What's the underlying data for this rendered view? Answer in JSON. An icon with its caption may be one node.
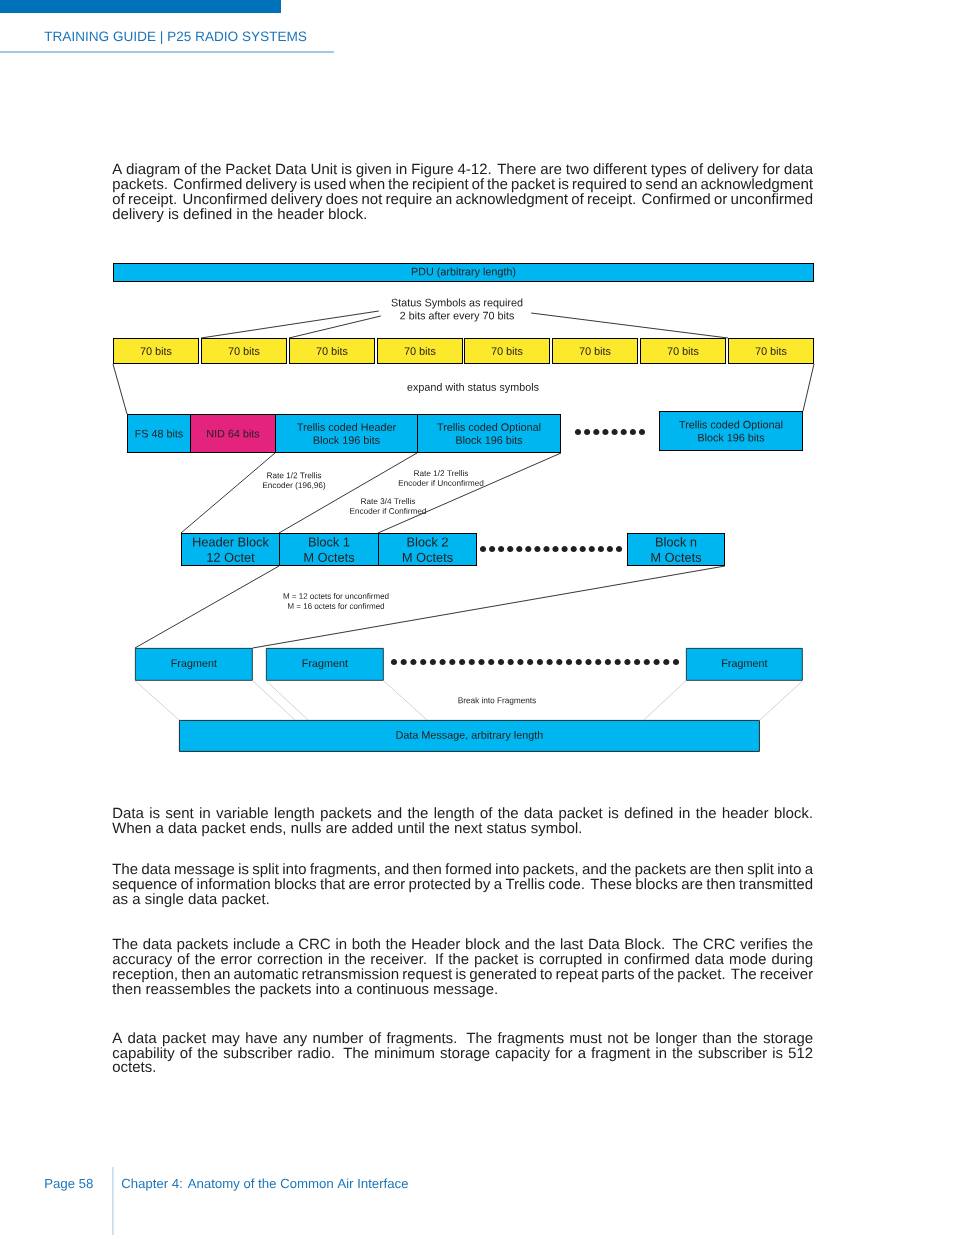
{
  "diagram": {
    "nodes": [
      {
        "text": [
          "PDU (arbitrary length)"
        ]
      },
      {
        "text": [
          "Status Symbols as required 2 bits after every 70 bits"
        ]
      },
      {
        "text": [
          "70 bits"
        ]
      },
      {
        "text": [
          "70 bits"
        ]
      },
      {
        "text": [
          "70 bits"
        ]
      },
      {
        "text": [
          "70 bits"
        ]
      },
      {
        "text": [
          "70 bits"
        ]
      },
      {
        "text": [
          "70 bits"
        ]
      },
      {
        "text": [
          "70 bits"
        ]
      },
      {
        "text": [
          "70 bits"
        ]
      },
      {
        "text": [
          "FS 48 bits"
        ]
      },
      {
        "text": [
          "NID 64 bits"
        ]
      },
      {
        "text": [
          "Trellis coded Header Block 196 bits"
        ]
      },
      {
        "text": [
          "Trellis coded Optional Block 196 bits"
        ]
      },
      {
        "text": [
          "Trellis coded Optional Block 196 bits"
        ]
      },
      {
        "text": [
          "Header Block 12 Octet"
        ]
      },
      {
        "text": [
          "Block 1 M Octets"
        ]
      },
      {
        "text": [
          "Block 2 M Octets"
        ]
      },
      {
        "text": [
          "Block n M Octets"
        ]
      },
      {
        "text": [
          "Fragment"
        ]
      },
      {
        "text": [
          "Fragment"
        ]
      },
      {
        "text": [
          "Fragment"
        ]
      },
      {
        "text": [
          "Data Message, arbitrary length"
        ]
      }
    ],
    "edges": [
      {
        "from": 1,
        "to": 3,
        "arrow": "none"
      },
      {
        "from": 1,
        "to": 4,
        "arrow": "none"
      },
      {
        "from": 1,
        "to": 9,
        "arrow": "none"
      },
      {
        "from": 2,
        "to": 10,
        "arrow": "none"
      },
      {
        "from": 9,
        "to": 14,
        "arrow": "none"
      },
      {
        "from": 12,
        "to": 15,
        "arrow": "none"
      },
      {
        "from": 13,
        "to": 16,
        "arrow": "none"
      },
      {
        "from": 13,
        "to": 17,
        "arrow": "none"
      },
      {
        "from": 16,
        "to": 19,
        "arrow": "none"
      },
      {
        "from": 18,
        "to": 19,
        "arrow": "none"
      },
      {
        "from": 19,
        "to": 22,
        "arrow": "none",
        "color": "#a6a6a6"
      },
      {
        "from": 19,
        "to": 22,
        "arrow": "none",
        "color": "#a6a6a6"
      },
      {
        "from": 20,
        "to": 22,
        "arrow": "none",
        "color": "#a6a6a6"
      },
      {
        "from": 20,
        "to": 22,
        "arrow": "none",
        "color": "#a6a6a6"
      },
      {
        "from": 21,
        "to": 22,
        "arrow": "none",
        "color": "#a6a6a6"
      },
      {
        "from": 21,
        "to": 22,
        "arrow": "none",
        "color": "#a6a6a6"
      }
    ],
    "labels": [
      "TRAINING GUIDE | P25 RADIO SYSTEMS",
      "A diagram of the Packet Data Unit is given in Figure 4-12. There are two different types of delivery for data packets. Confirmed delivery is used when the recipient of the packet is required to send an acknowledgment of receipt. Unconfirmed delivery does not require an acknowledgment of receipt. Confirmed or unconfirmed delivery is defined in the header block.",
      "expand with status symbols",
      "Rate 1/2 Trellis Encoder (196,96)",
      "Rate 1/2 Trellis Encoder if Unconfirmed",
      "Rate 3/4 Trellis Encoder if Confirmed",
      "M = 12 octets for unconfirmed",
      "M = 16 octets for confirmed",
      "Break into Fragments",
      "Data is sent in variable length packets and the length of the data packet is defined in the header block. When a data packet ends, nulls are added until the next status symbol.",
      "The data message is split into fragments, and then formed into packets, and the packets are then split into a sequence of information blocks that are error protected by a Trellis code. These blocks are then transmitted as a single data packet.",
      "The data packets include a CRC in both the Header block and the last Data Block. The CRC verifies the accuracy of the error correction in the receiver. If the packet is corrupted in confirmed data mode during reception, then an automatic retransmission request is generated to repeat parts of the packet. The receiver then reassembles the packets into a continuous message.",
      "A data packet may have any number of fragments. The fragments must not be longer than the storage capability of the subscriber radio. The minimum storage capacity for a fragment in the subscriber is 512 octets.",
      "Page 58",
      "Chapter 4: Anatomy of the Common Air Interface"
    ]
  }
}
